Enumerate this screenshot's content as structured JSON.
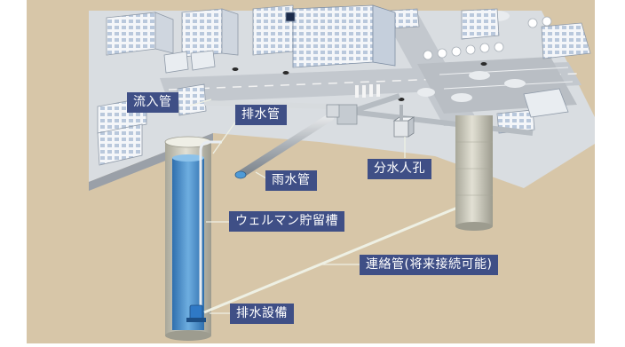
{
  "labels": {
    "inflow_pipe": "流入管",
    "drain_pipe": "排水管",
    "rainwater_pipe": "雨水管",
    "diversion_manhole": "分水人孔",
    "tank": "ウェルマン貯留槽",
    "connecting_pipe": "連絡管(将来接続可能)",
    "drainage_equipment": "排水設備"
  },
  "colors": {
    "label_bg": "#3f4f86",
    "label_text": "#ffffff",
    "soil": "#d7c6a8",
    "tank_water": "#4f8ec6",
    "shaft_concrete": "#c6c3b6",
    "ground_slab": "#d9dde1",
    "leader_line": "#eef0e4"
  }
}
